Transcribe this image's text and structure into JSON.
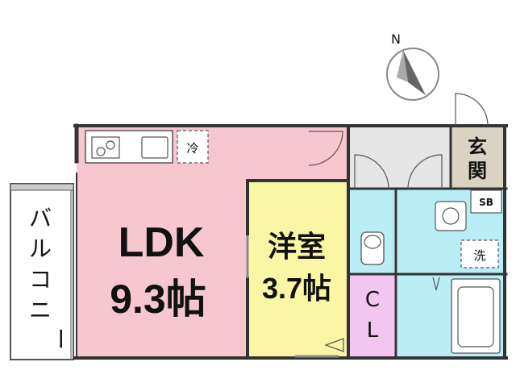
{
  "compass": {
    "north_label": "N"
  },
  "rooms": {
    "ldk": {
      "name": "LDK",
      "size": "9.3帖"
    },
    "western": {
      "name": "洋室",
      "size": "3.7帖"
    },
    "closet": {
      "line1": "C",
      "line2": "L"
    },
    "entrance": {
      "line1": "玄",
      "line2": "関"
    },
    "balcony": {
      "chars": [
        "バ",
        "ル",
        "コ",
        "ニ",
        "ー"
      ]
    }
  },
  "fixtures": {
    "fridge": "冷",
    "washer": "洗",
    "shoebox": "SB"
  },
  "colors": {
    "ldk": "#f7c7cf",
    "western": "#fbf6a6",
    "bath": "#b9eef6",
    "closet": "#f2c6f1",
    "entrance": "#d9d4c2",
    "corridor": "#e6e6e6",
    "wall": "#333333"
  }
}
